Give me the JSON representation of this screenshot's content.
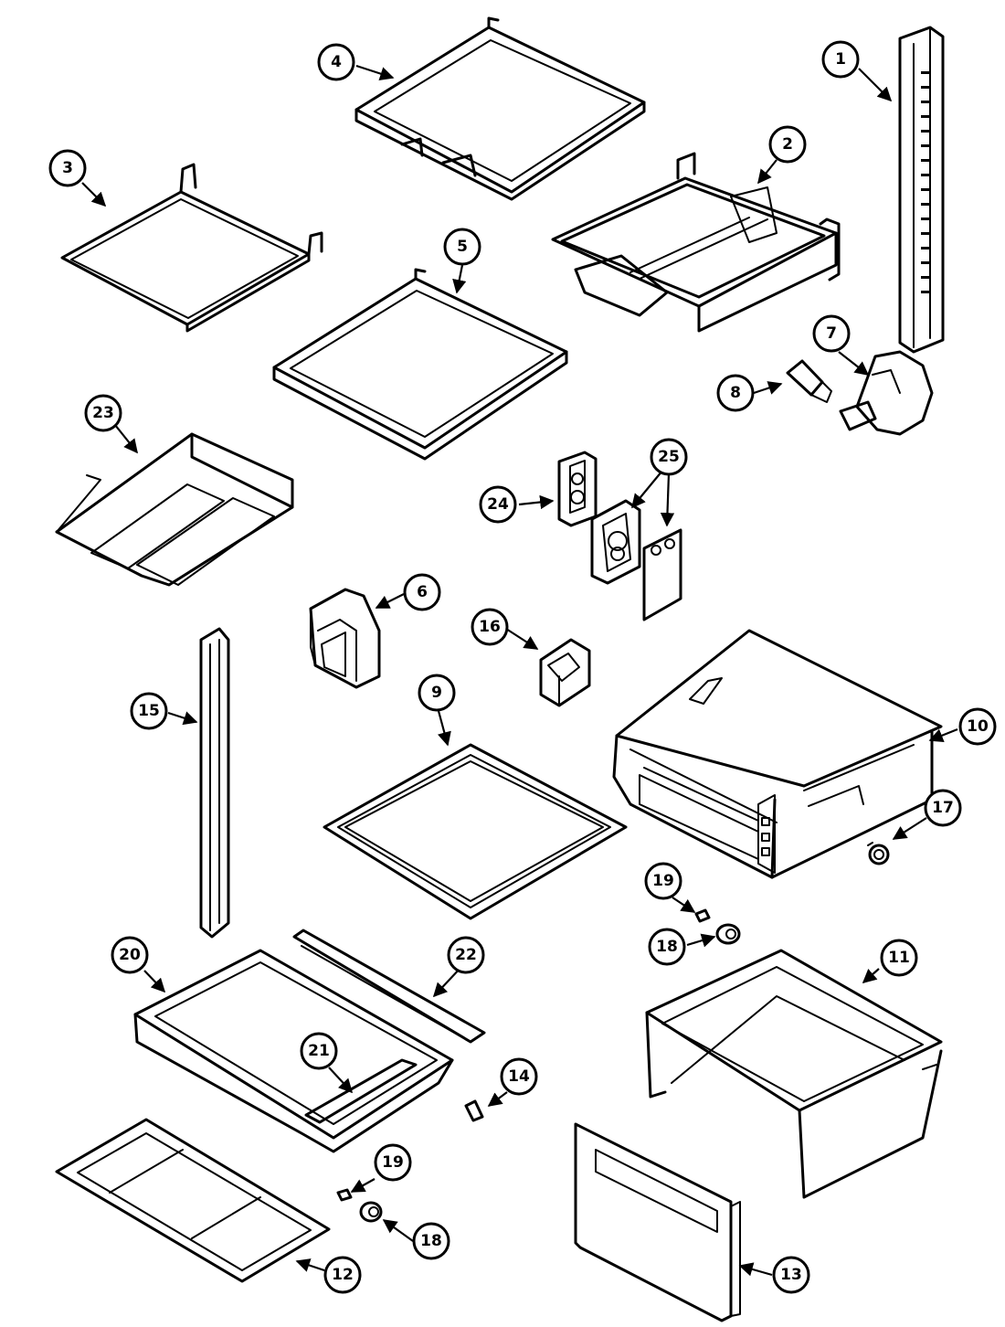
{
  "callouts": [
    {
      "id": "c1",
      "label": "1"
    },
    {
      "id": "c2",
      "label": "2"
    },
    {
      "id": "c3",
      "label": "3"
    },
    {
      "id": "c4",
      "label": "4"
    },
    {
      "id": "c5",
      "label": "5"
    },
    {
      "id": "c6",
      "label": "6"
    },
    {
      "id": "c7",
      "label": "7"
    },
    {
      "id": "c8",
      "label": "8"
    },
    {
      "id": "c9",
      "label": "9"
    },
    {
      "id": "c10",
      "label": "10"
    },
    {
      "id": "c11",
      "label": "11"
    },
    {
      "id": "c12",
      "label": "12"
    },
    {
      "id": "c13",
      "label": "13"
    },
    {
      "id": "c14",
      "label": "14"
    },
    {
      "id": "c15",
      "label": "15"
    },
    {
      "id": "c16",
      "label": "16"
    },
    {
      "id": "c17",
      "label": "17"
    },
    {
      "id": "c18a",
      "label": "18"
    },
    {
      "id": "c18b",
      "label": "18"
    },
    {
      "id": "c19a",
      "label": "19"
    },
    {
      "id": "c19b",
      "label": "19"
    },
    {
      "id": "c20",
      "label": "20"
    },
    {
      "id": "c21",
      "label": "21"
    },
    {
      "id": "c22",
      "label": "22"
    },
    {
      "id": "c23",
      "label": "23"
    },
    {
      "id": "c24",
      "label": "24"
    },
    {
      "id": "c25",
      "label": "25"
    }
  ]
}
